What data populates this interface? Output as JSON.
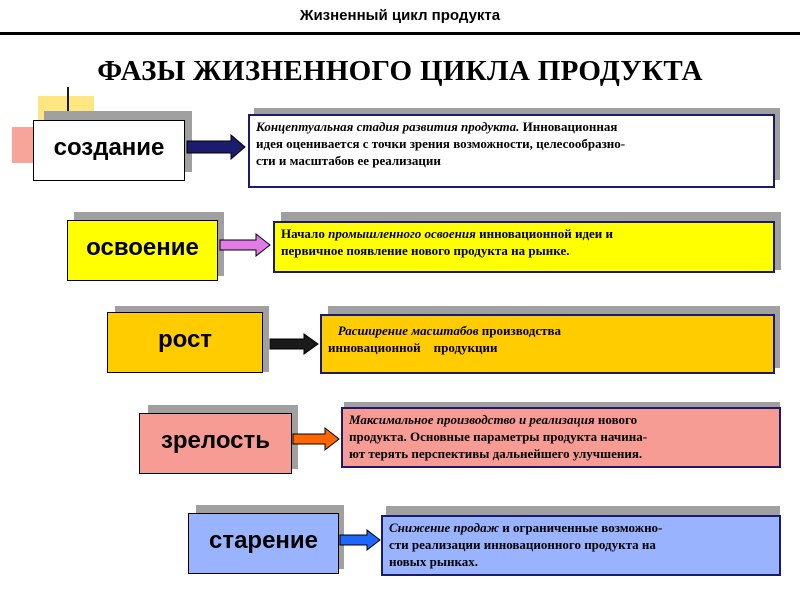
{
  "header": {
    "title": "Жизненный цикл продукта"
  },
  "main_title": "ФАЗЫ ЖИЗНЕННОГО ЦИКЛА ПРОДУКТА",
  "phases": [
    {
      "label": "создание",
      "fill": "#ffffff",
      "desc_fill": "#ffffff",
      "arrow_color": "#1c1c6e",
      "desc_italic": "Концептуальная стадия развития продукта.",
      "desc_line1_rest": " Инновационная",
      "desc_line2": "идея оценивается с точки зрения возможности, целесообразно-",
      "desc_line3": "сти и масштабов ее реализации"
    },
    {
      "label": "освоение",
      "fill": "#ffff00",
      "desc_fill": "#ffff00",
      "arrow_color": "#e27be8",
      "desc_lead": "Начало ",
      "desc_italic": "промышленного освоения",
      "desc_line1_rest": " инновационной идеи и",
      "desc_line2": "первичное появление нового продукта на рынке."
    },
    {
      "label": "рост",
      "fill": "#ffcc00",
      "desc_fill": "#ffcc00",
      "arrow_color": "#1a1a1a",
      "desc_lead": "   ",
      "desc_italic": "Расширение масштабов",
      "desc_line1_rest": " производства",
      "desc_line2": "инновационной    продукции"
    },
    {
      "label": "зрелость",
      "fill": "#f79c95",
      "desc_fill": "#f79c95",
      "arrow_color": "#ff6600",
      "desc_italic": "Максимальное производство и реализация",
      "desc_line1_rest": " нового",
      "desc_line2": "продукта. Основные параметры продукта начина-",
      "desc_line3": "ют терять перспективы дальнейшего улучшения."
    },
    {
      "label": "старение",
      "fill": "#99b3ff",
      "desc_fill": "#99b3ff",
      "arrow_color": "#1f66ff",
      "desc_italic": "Снижение продаж",
      "desc_line1_rest": " и ограниченные возможно-",
      "desc_line2": "сти реализации инновационного продукта на",
      "desc_line3": "новых рынках."
    }
  ]
}
